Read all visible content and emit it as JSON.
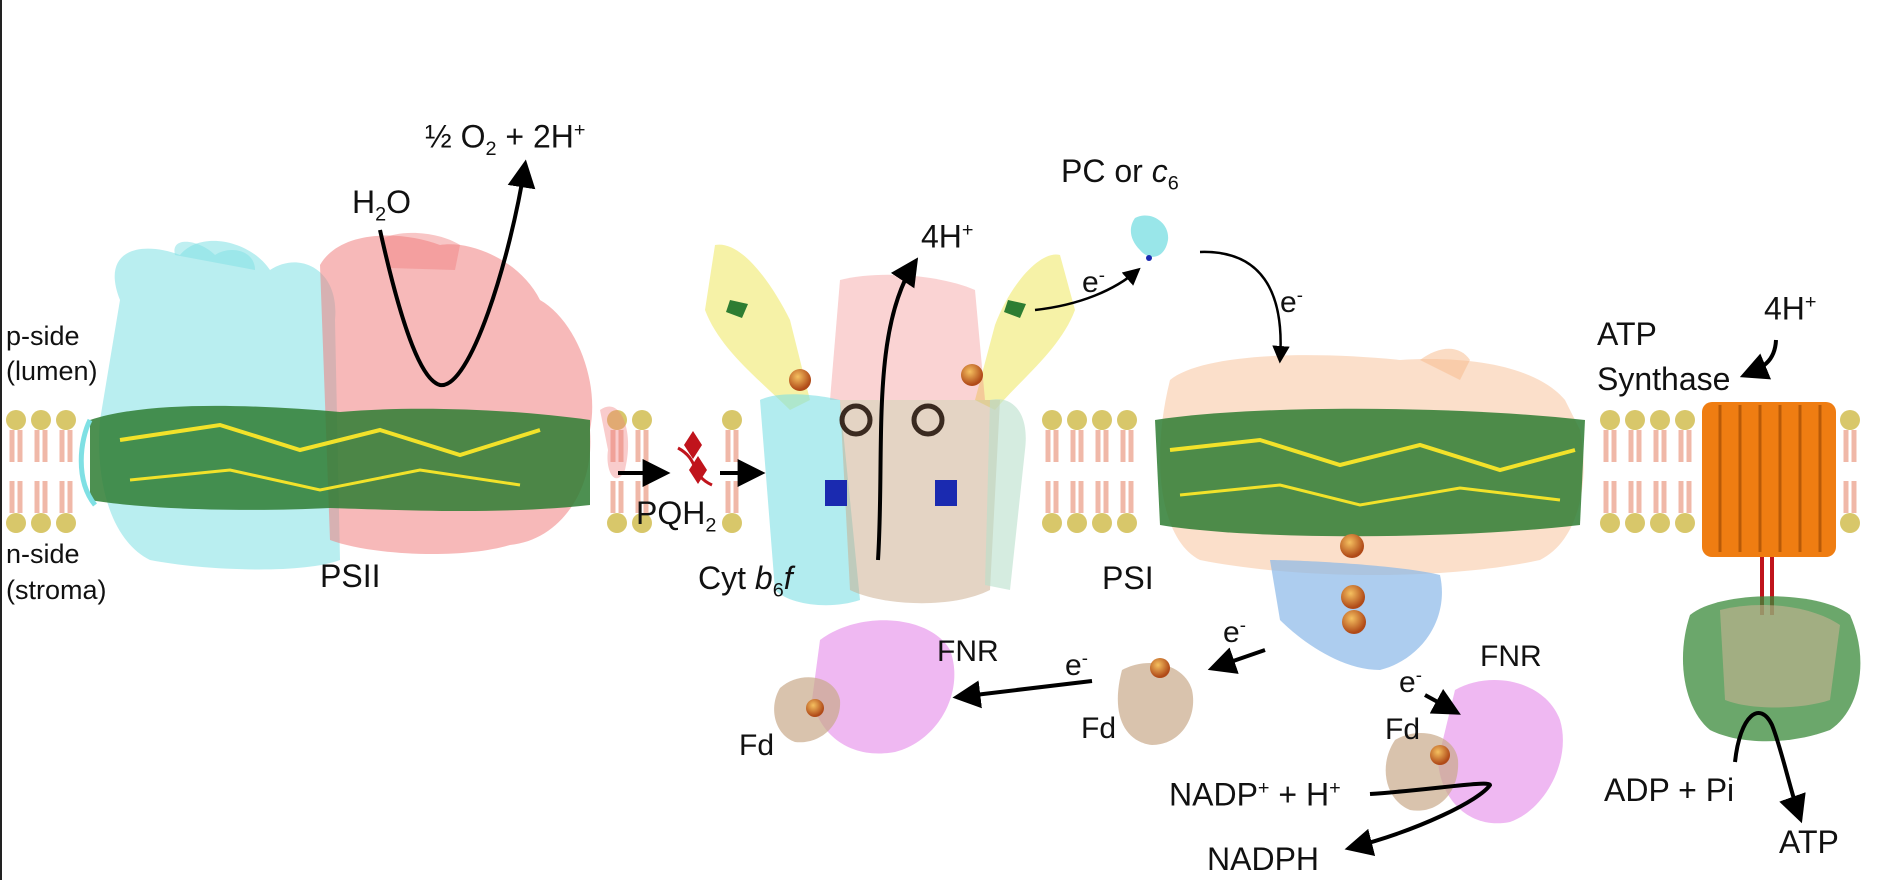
{
  "side_labels": {
    "p_side": "p-side",
    "lumen": "(lumen)",
    "n_side": "n-side",
    "stroma": "(stroma)"
  },
  "complexes": {
    "psii": "PSII",
    "psi": "PSI",
    "cyt_prefix": "Cyt",
    "cyt_b": "b",
    "cyt_sub": "6",
    "cyt_f": "f",
    "atp_synthase_line1": "ATP",
    "atp_synthase_line2": "Synthase",
    "pqh2": "PQH",
    "pqh2_sub": "2",
    "pc_or_c6": "PC or",
    "pc_c": "c",
    "pc_sub": "6",
    "fnr_left": "FNR",
    "fnr_right": "FNR",
    "fd_left": "Fd",
    "fd_mid": "Fd",
    "fd_right": "Fd"
  },
  "reactions": {
    "water": "H",
    "water_sub": "2",
    "water_o": "O",
    "oxygen_prefix": "½ O",
    "oxygen_sub": "2",
    "oxygen_suffix": " + 2H",
    "oxygen_sup": "+",
    "protons_cyt": "4H",
    "protons_cyt_sup": "+",
    "protons_atp": "4H",
    "protons_atp_sup": "+",
    "electron": "e",
    "electron_sup": "-",
    "nadp": "NADP",
    "nadp_sup": "+",
    "nadp_suffix": " + H",
    "nadp_suffix_sup": "+",
    "nadph": "NADPH",
    "adp": "ADP + Pi",
    "atp": "ATP"
  },
  "colors": {
    "psii_cyan": "#7fe0e4",
    "psii_red": "#f08080",
    "chlorophyll_green": "#2e7d32",
    "carotenoid_yellow": "#f2e22a",
    "psi_orange": "#f7b98a",
    "psi_blue": "#8ab8e8",
    "cyt_yellow": "#f3ee8a",
    "fnr_magenta": "#e27ee8",
    "fd_tan": "#c9a98a",
    "atp_orange": "#ef7d12",
    "atp_green": "#3a8a3a",
    "membrane_head": "#d8c76a",
    "membrane_tail": "#f0b8a8",
    "arrow": "#000000",
    "pqh2_red": "#c0141c"
  },
  "icons": [
    "electron-flow-arrow",
    "lipid-bilayer",
    "protein-structure"
  ]
}
